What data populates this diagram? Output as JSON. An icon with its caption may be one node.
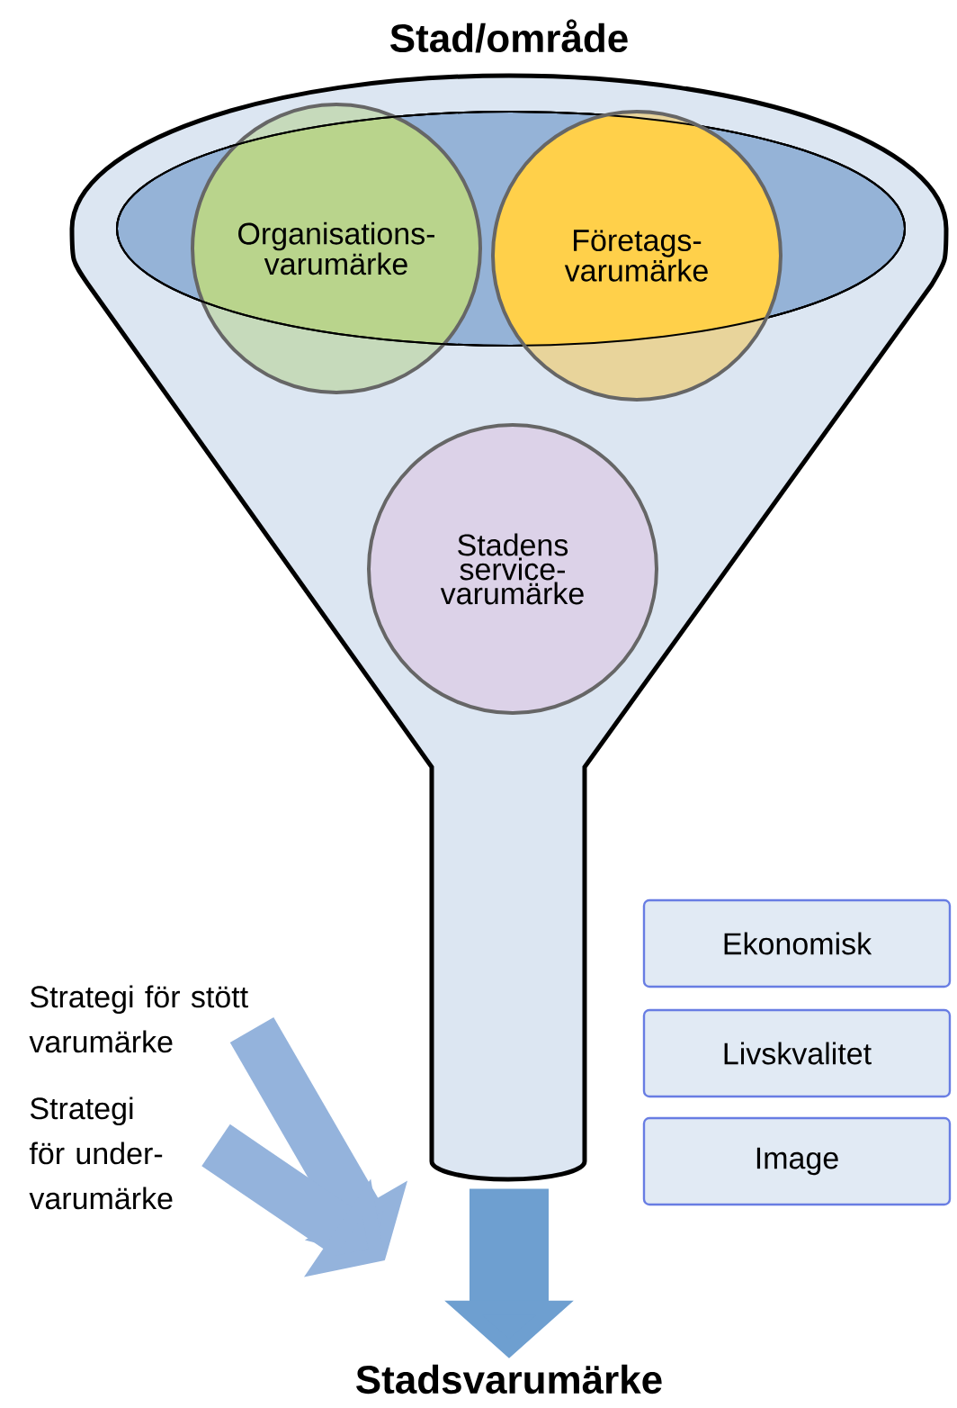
{
  "diagram": {
    "nodes": [
      {
        "text": [
          "Stad/område"
        ]
      },
      {
        "text": [
          "Organisations- varumärke"
        ],
        "in": 0
      },
      {
        "text": [
          "Företags- varumärke"
        ],
        "in": 0
      },
      {
        "text": [
          "Stadens service- varumärke"
        ],
        "in": 0
      },
      {
        "text": [
          "Strategi för stött varumärke"
        ]
      },
      {
        "text": [
          "Strategi för under- varumärke"
        ]
      },
      {
        "text": [
          "Ekonomisk"
        ]
      },
      {
        "text": [
          "Livskvalitet"
        ]
      },
      {
        "text": [
          "Image"
        ]
      },
      {
        "text": [
          "Stadsvarumärke"
        ]
      }
    ],
    "edges": [
      {
        "from": 0,
        "to": 9,
        "arrow": "to",
        "color": "#6e9fd0"
      },
      {
        "from": 4,
        "to": null,
        "arrow": "to"
      },
      {
        "from": 5,
        "to": null,
        "arrow": "to"
      }
    ]
  }
}
